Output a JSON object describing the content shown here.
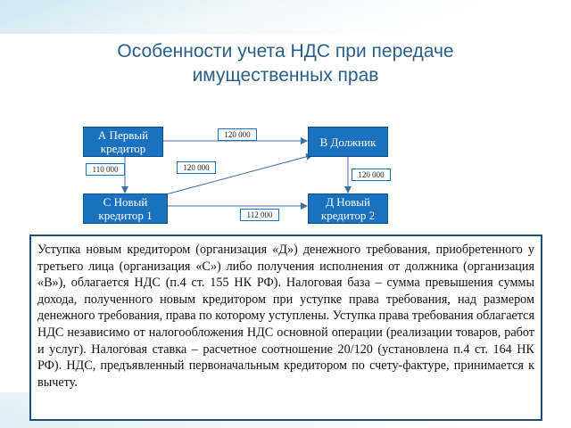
{
  "slide": {
    "title_line1": "Особенности учета НДС при передаче",
    "title_line2": "имущественных прав"
  },
  "diagram": {
    "nodes": {
      "a": "А Первый кредитор",
      "b": "В Должник",
      "c": "С Новый кредитор 1",
      "d": "Д Новый кредитор 2"
    },
    "amounts": {
      "a_to_b": "120 000",
      "a_to_c": "110 000",
      "c_to_b": "120 000",
      "b_to_d": "120 000",
      "c_to_d": "112 000"
    }
  },
  "body_text": "Уступка новым кредитором (организация «Д») денежного требования, приобретенного у третьего лица (организация «С») либо получения исполнения от должника (организация «В»), облагается НДС (п.4 ст. 155 НК РФ). Налоговая база – сумма превышения суммы дохода, полученного новым кредитором при уступке права требования, над размером денежного требования, права по которому уступлены. Уступка права требования облагается НДС независимо от налогообложения НДС основной операции (реализации товаров, работ и услуг). Налоговая ставка – расчетное соотношение 20/120 (установлена п.4 ст. 164 НК РФ). НДС, предъявленный первоначальным кредитором по счету-фактуре, принимается к вычету.",
  "colors": {
    "node_fill": "#1a72bf",
    "title": "#2a5f8a",
    "frame": "#1f4e79"
  }
}
